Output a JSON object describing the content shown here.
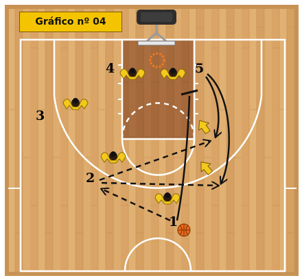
{
  "title": "Gráfico nº 04",
  "colors": {
    "wood": "#d9a86a",
    "paint": "#a86b3c",
    "lines": "#ffffff",
    "arrow_yellow": "#f3c91c",
    "title_bg": "#f5c400"
  },
  "players": [
    {
      "number": "1"
    },
    {
      "number": "2"
    },
    {
      "number": "3"
    },
    {
      "number": "4"
    },
    {
      "number": "5"
    }
  ],
  "icons": [
    "basket-icon",
    "ball-icon",
    "defender-icon",
    "screen-arrow-icon"
  ]
}
